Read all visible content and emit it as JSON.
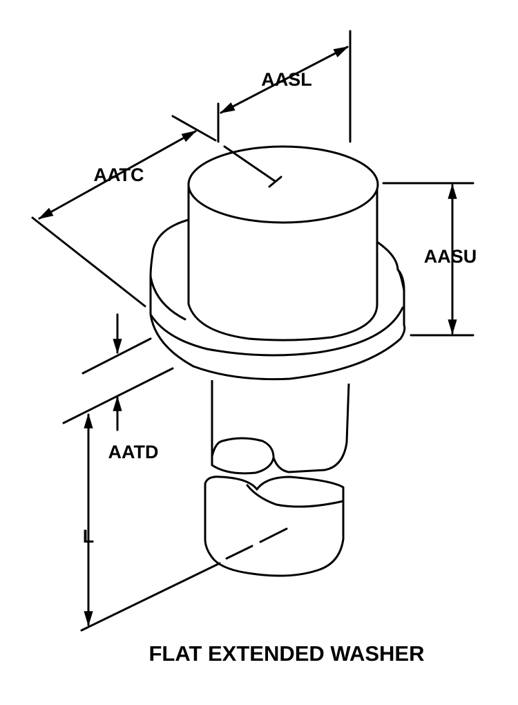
{
  "title": "FLAT EXTENDED WASHER",
  "dimensions": {
    "aasl": "AASL",
    "aatc": "AATC",
    "aasu": "AASU",
    "aatd": "AATD",
    "l": "L"
  },
  "colors": {
    "line": "#000000",
    "background": "#ffffff"
  }
}
